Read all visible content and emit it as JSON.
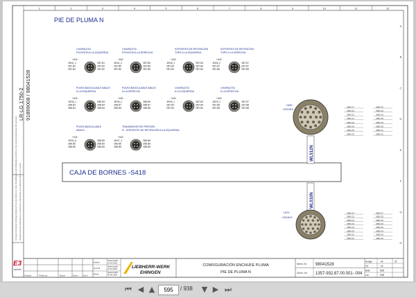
{
  "title": "PIE DE PLUMA N",
  "side_text": {
    "model": "LR-LG 1750-2",
    "doc_numbers": "91899008 / 98041528",
    "note_de": "Für diese technische Unterlage behalten wir uns alle Rechte vor. Eine Vervielfältigung oder Weitergabe an Dritte ist ohne unsere Zustimmung nicht gestattet.",
    "note_en": "All rights reserved. Reproduction or disclosure to third parties is not permitted without our consent."
  },
  "connectors": [
    {
      "title": "CHAPALETA\nPOSICIÓN A LA IZQUIERDA",
      "ref": "+A40",
      "left": [
        "-B941_1",
        "/357.B2",
        "/357.B2"
      ],
      "right": [
        "/357.B1",
        "/357.B2",
        "/357.B2"
      ]
    },
    {
      "title": "CHAPALETA\nPOSICIÓN A LA DERECHA",
      "ref": "+A40",
      "left": [
        "-B941_2",
        "/357.B6",
        "/357.B6"
      ],
      "right": [
        "/357.B5",
        "/357.B6",
        "/357.B6"
      ]
    },
    {
      "title": "SOPORTES DE RETENCIÓN\nTOPE A LA IZQUIERDA",
      "ref": "+A40",
      "left": [
        "-B928_1",
        "/357.B3",
        "/357.B4"
      ],
      "right": [
        "/357.B3",
        "/357.B3",
        "/357.B4"
      ]
    },
    {
      "title": "SOPORTES DE RETENCIÓN\nTOPE A LA DERECHA",
      "ref": "+A40",
      "left": [
        "-B928_2",
        "/357.B7",
        "/357.B8"
      ],
      "right": [
        "/357.B7",
        "/357.B7",
        "/357.B8"
      ]
    },
    {
      "title": "PUNTA BASCULABLE ABAJO\nA LA IZQUIERDA",
      "ref": "+A40",
      "left": [
        "-B935_1",
        "/356.B4",
        "/356.B4"
      ],
      "right": [
        "/356.B3",
        "/356.B4",
        "/356.B4"
      ]
    },
    {
      "title": "PUNTA BASCULABLE ABAJO\nA LA DERECHA",
      "ref": "+A40",
      "left": [
        "-B935_2",
        "/356.B7",
        "/356.B8"
      ],
      "right": [
        "/356.B6",
        "/356.B7",
        "/356.B8"
      ]
    },
    {
      "title": "CHAPALETA\nA LA IZQUIERDA",
      "ref": "+A40",
      "left": [
        "-B929_1",
        "/357.B4",
        "/357.B4"
      ],
      "right": [
        "/357.B3",
        "/357.B4",
        "/357.B4"
      ]
    },
    {
      "title": "CHAPALETA\nA LA DERECHA",
      "ref": "+A40",
      "left": [
        "-B929_2",
        "/357.B8",
        "/357.B8"
      ],
      "right": [
        "/357.B7",
        "/357.B8",
        "/357.B8"
      ]
    },
    {
      "title": "PUNTA BASCULABLE\nABAJO",
      "ref": "+A40",
      "left": [
        "-B930_5",
        "/356.B5",
        "/356.B5"
      ],
      "right": [
        "/356.B5",
        "/356.B5",
        "/356.B5"
      ]
    },
    {
      "title": "TRANSMISOR DE PRESIÓN\nN - SOPORTES DE RETENCIÓN A LA IZQUIERDA",
      "ref": "+A40",
      "left": [
        "-B947_1",
        "/356.B8",
        "/356.B8"
      ],
      "right": [
        "/356.B8",
        "/356.B8",
        "/356.B8"
      ]
    }
  ],
  "caja_label": "CAJA DE BORNES -S418",
  "big_connector_1": {
    "ref": "+A40",
    "id": "-X312KS",
    "cable": "WL512N",
    "labels": [
      "/356.C7",
      "/356.C2",
      "/356.C3",
      "/356.C4",
      "/356.C2",
      "/356.C3",
      "/356.C4",
      "/356.C5",
      "/356.C6",
      "/356.C5",
      "/356.C6",
      "/356.C5",
      "/356.C6",
      "/356.C1",
      "/356.C2",
      "/356.C1"
    ]
  },
  "big_connector_2": {
    "ref": "+A70",
    "id": "-X918LS",
    "cable": "WL510N",
    "labels": [
      "/356.C4",
      "/356.C7",
      "/356.C3",
      "/356.C5",
      "/356.C4",
      "/356.C6",
      "/356.C3",
      "/356.C5",
      "/356.C4",
      "/356.C6",
      "/356.C5",
      "/356.C4",
      "/356.C5",
      "/356.C3",
      "/356.C2",
      "/356.C2"
    ]
  },
  "title_block": {
    "series_logo": "E3",
    "series_label": "series",
    "date_rows": [
      {
        "label": "Erstellt",
        "name": "Swiercz(a)S",
        "date": "22.01.2019"
      },
      {
        "label": "Geprüft",
        "name": "Swiercz(a)S",
        "date": "22.01.2019"
      },
      {
        "label": "Bearb.",
        "name": "Swiercz(a)S",
        "date": "06.05.2020"
      }
    ],
    "rev_headers": [
      "Zustand",
      "Änderung",
      "Datum",
      "Name",
      "Norm"
    ],
    "company_line1": "LIEBHERR-WERK",
    "company_line2": "EHINGEN",
    "doc_title": "CONFIGURACIÓN ENCHUFE PLUMA",
    "doc_subtitle": "PIE DE PLUMA N",
    "ident_label": "Ident.-Nr.",
    "ident_value": "98041528",
    "drawing_label": "Zeich.-Nr.",
    "drawing_value": "1357-932.87.00.001- 004",
    "anlage_label": "Anlage",
    "anlage_value": "+A",
    "ort_label": "Ort",
    "ort_value": "+A",
    "blatt_label": "Blatt",
    "blatt_value": "595",
    "von_label": "von",
    "von_value": "938",
    "index_value": "07"
  },
  "grid_numbers": [
    "1",
    "2",
    "3",
    "4",
    "5",
    "6",
    "7",
    "8",
    "9",
    "10",
    "11",
    "12"
  ],
  "grid_letters": [
    "A",
    "B",
    "C",
    "D",
    "E",
    "F",
    "G",
    "H"
  ],
  "viewer": {
    "page_current": "595",
    "page_total": "/ 938"
  }
}
